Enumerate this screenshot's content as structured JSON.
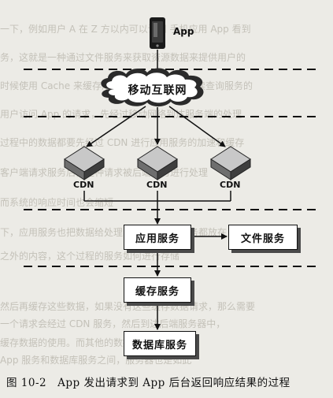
{
  "diagram": {
    "app_label": "App",
    "internet_label": "移动互联网",
    "cdn_labels": [
      "CDN",
      "CDN",
      "CDN"
    ],
    "services": {
      "app_service": "应用服务",
      "file_service": "文件服务",
      "cache_service": "缓存服务",
      "db_service": "数据库服务"
    }
  },
  "caption": {
    "number": "图 10-2",
    "text": "App 发出请求到 App 后台返回响应结果的过程"
  }
}
